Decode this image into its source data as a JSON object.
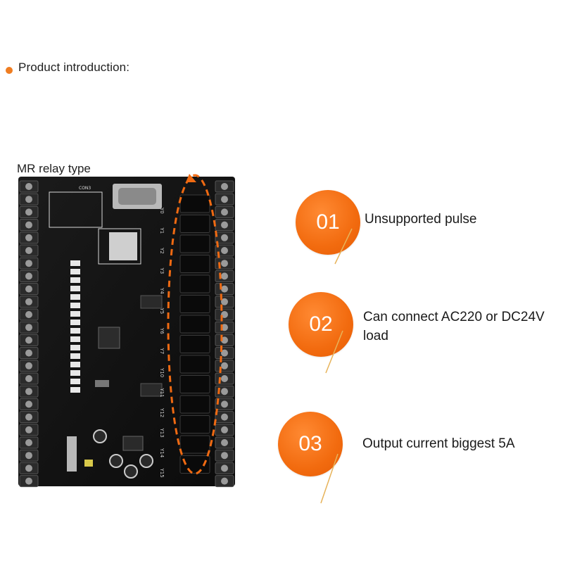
{
  "header": {
    "title": "Product introduction:"
  },
  "board": {
    "caption": "MR relay type",
    "connector_label": "CON3",
    "output_labels": [
      "Y0",
      "Y1",
      "Y2",
      "Y3",
      "Y4",
      "Y5",
      "Y6",
      "Y7",
      "Y10",
      "Y11",
      "Y12",
      "Y13",
      "Y14",
      "Y15"
    ]
  },
  "features": [
    {
      "number": "01",
      "text": "Unsupported pulse"
    },
    {
      "number": "02",
      "text": "Can connect AC220 or DC24V load"
    },
    {
      "number": "03",
      "text": "Output current biggest 5A"
    }
  ],
  "colors": {
    "accent": "#ef7d21",
    "badge": "#f26b0f",
    "board": "#121212",
    "terminal": "#2a2a2a",
    "dashed_outline": "#f06a12"
  }
}
